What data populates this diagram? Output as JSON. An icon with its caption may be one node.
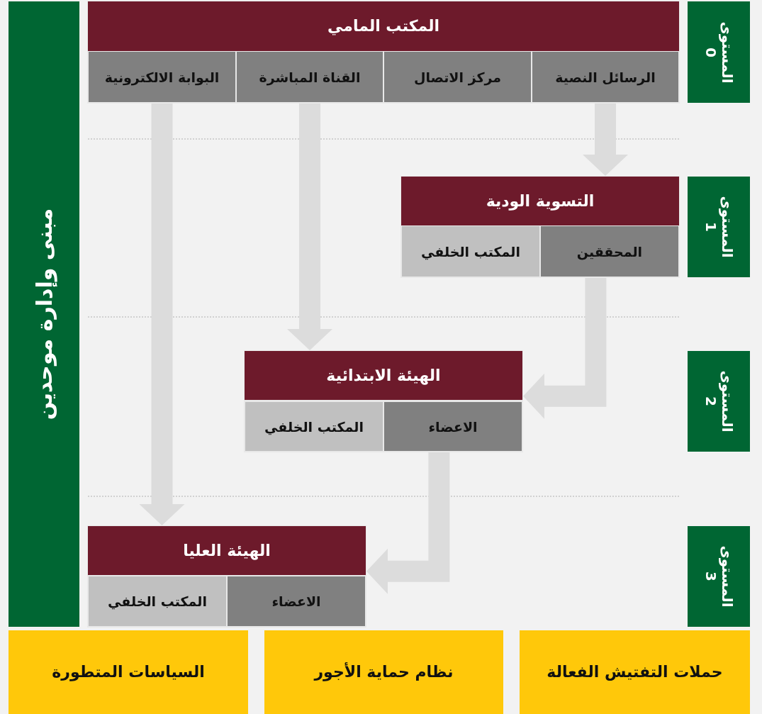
{
  "diagram": {
    "nodes": [
      {
        "text": [
          "المكتب المامي"
        ]
      },
      {
        "text": [
          "الرسائل النصية"
        ],
        "in": 0
      },
      {
        "text": [
          "مركز الاتصال"
        ],
        "in": 0
      },
      {
        "text": [
          "القناة المباشرة"
        ],
        "in": 0
      },
      {
        "text": [
          "البوابة الالكترونية"
        ],
        "in": 0
      },
      {
        "text": [
          "التسوية الودية"
        ]
      },
      {
        "text": [
          "المحققين"
        ],
        "in": 5
      },
      {
        "text": [
          "المكتب الخلفي"
        ],
        "in": 5
      },
      {
        "text": [
          "الهيئة الابتدائية"
        ]
      },
      {
        "text": [
          "الاعضاء"
        ],
        "in": 8
      },
      {
        "text": [
          "المكتب الخلفي"
        ],
        "in": 8
      },
      {
        "text": [
          "الهيئة العليا"
        ]
      },
      {
        "text": [
          "الاعضاء"
        ],
        "in": 11
      },
      {
        "text": [
          "المكتب الخلفي"
        ],
        "in": 11
      },
      {
        "text": [
          "المستوى 0"
        ]
      },
      {
        "text": [
          "المستوى 1"
        ]
      },
      {
        "text": [
          "المستوى 2"
        ]
      },
      {
        "text": [
          "المستوى 3"
        ]
      },
      {
        "text": [
          "مبنى وإدارة موحدين"
        ]
      },
      {
        "text": [
          "حملات التفتيش الفعالة"
        ]
      },
      {
        "text": [
          "نظام حماية الأجور"
        ]
      },
      {
        "text": [
          "السياسات المتطورة"
        ]
      }
    ],
    "edges": [
      {
        "from": 1,
        "to": 5,
        "arrow": "to"
      },
      {
        "from": 3,
        "to": 8,
        "arrow": "to"
      },
      {
        "from": 4,
        "to": 11,
        "arrow": "to"
      },
      {
        "from": 6,
        "to": 8,
        "arrow": "to"
      },
      {
        "from": 9,
        "to": 11,
        "arrow": "to"
      }
    ]
  }
}
